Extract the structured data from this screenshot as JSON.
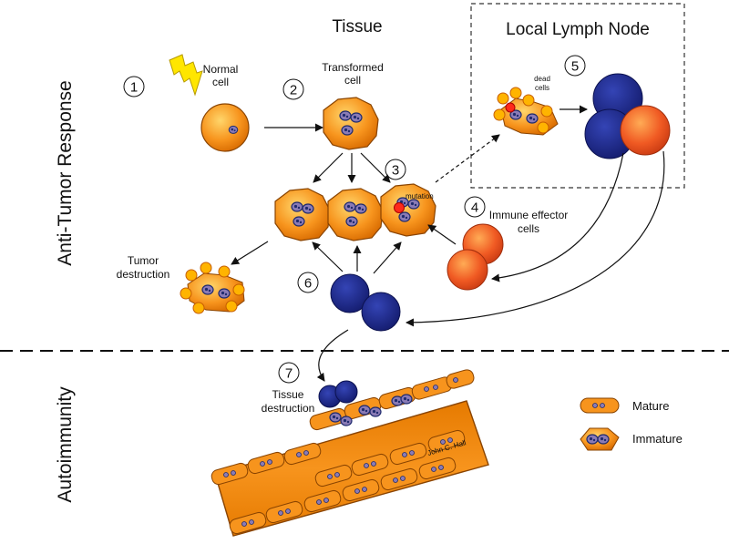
{
  "section_titles": {
    "tissue": "Tissue",
    "lymph_node": "Local Lymph Node"
  },
  "side_labels": {
    "top": "Anti-Tumor Response",
    "bottom": "Autoimmunity"
  },
  "steps": [
    "1",
    "2",
    "3",
    "4",
    "5",
    "6",
    "7"
  ],
  "labels": {
    "normal_cell": [
      "Normal",
      "cell"
    ],
    "transformed_cell": [
      "Transformed",
      "cell"
    ],
    "mutation": "mutation",
    "dead_cells": [
      "dead",
      "cells"
    ],
    "immune_effector": [
      "Immune effector",
      "cells"
    ],
    "tumor_destruction": [
      "Tumor",
      "destruction"
    ],
    "tissue_destruction": [
      "Tissue",
      "destruction"
    ],
    "signature": "John C. Hall"
  },
  "legend": {
    "mature": "Mature",
    "immature": "Immature"
  },
  "colors": {
    "orange": "#f7941d",
    "orange_dark": "#c65d00",
    "red_orange": "#f04e23",
    "navy": "#1f2a8a",
    "yellow": "#ffe600"
  },
  "icons": [
    "lightning-bolt-icon"
  ]
}
